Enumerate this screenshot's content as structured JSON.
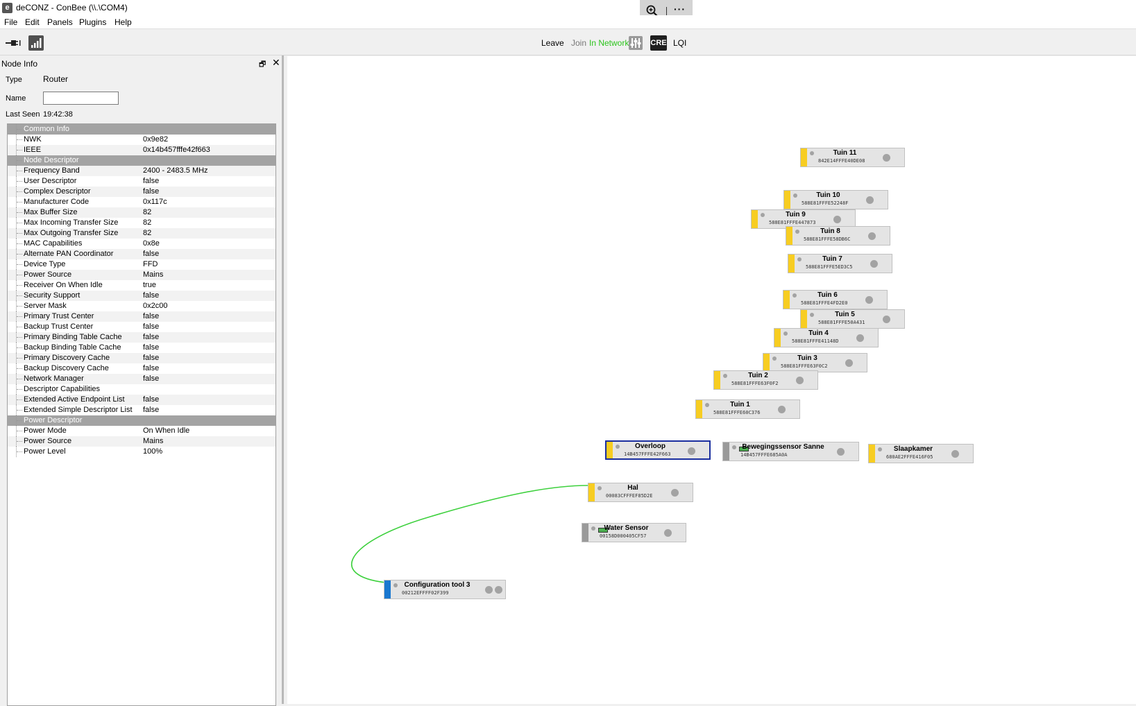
{
  "window": {
    "title": "deCONZ - ConBee (\\\\.\\COM4)",
    "app_icon": "deconz-app-icon"
  },
  "menu": [
    "File",
    "Edit",
    "Panels",
    "Plugins",
    "Help"
  ],
  "zoom_tool": {
    "icons": [
      "zoom-in-icon",
      "more-icon"
    ],
    "more_label": "···"
  },
  "toolbar": {
    "leave_label": "Leave",
    "join_label": "Join",
    "status_label": "In Network",
    "status_color": "#2cc41c",
    "cre_label": "CRE",
    "lqi_label": "LQI"
  },
  "panel": {
    "title": "Node Info",
    "float_glyph": "🗗",
    "close_glyph": "✕",
    "type_label": "Type",
    "type_value": "Router",
    "name_label": "Name",
    "name_value": "",
    "last_seen_label": "Last Seen",
    "last_seen_value": "19:42:38",
    "rows": [
      {
        "k": "Common Info",
        "v": "",
        "section": true
      },
      {
        "k": "NWK",
        "v": "0x9e82"
      },
      {
        "k": "IEEE",
        "v": "0x14b457fffe42f663"
      },
      {
        "k": "Node Descriptor",
        "v": "",
        "section": true
      },
      {
        "k": "Frequency Band",
        "v": "2400 - 2483.5 MHz"
      },
      {
        "k": "User Descriptor",
        "v": "false"
      },
      {
        "k": "Complex Descriptor",
        "v": "false"
      },
      {
        "k": "Manufacturer Code",
        "v": "0x117c"
      },
      {
        "k": "Max Buffer Size",
        "v": "82"
      },
      {
        "k": "Max Incoming Transfer Size",
        "v": "82"
      },
      {
        "k": "Max Outgoing Transfer Size",
        "v": "82"
      },
      {
        "k": "MAC Capabilities",
        "v": "0x8e"
      },
      {
        "k": "Alternate PAN Coordinator",
        "v": "false"
      },
      {
        "k": "Device Type",
        "v": "FFD"
      },
      {
        "k": "Power Source",
        "v": "Mains"
      },
      {
        "k": "Receiver On When Idle",
        "v": "true"
      },
      {
        "k": "Security Support",
        "v": "false"
      },
      {
        "k": "Server Mask",
        "v": "0x2c00"
      },
      {
        "k": "Primary Trust Center",
        "v": "false"
      },
      {
        "k": "Backup Trust Center",
        "v": "false"
      },
      {
        "k": "Primary Binding Table Cache",
        "v": "false"
      },
      {
        "k": "Backup Binding Table Cache",
        "v": "false"
      },
      {
        "k": "Primary Discovery Cache",
        "v": "false"
      },
      {
        "k": "Backup Discovery Cache",
        "v": "false"
      },
      {
        "k": "Network Manager",
        "v": "false"
      },
      {
        "k": "Descriptor Capabilities",
        "v": ""
      },
      {
        "k": "Extended Active Endpoint List",
        "v": "false"
      },
      {
        "k": "Extended Simple Descriptor List",
        "v": "false"
      },
      {
        "k": "Power Descriptor",
        "v": "",
        "section": true
      },
      {
        "k": "Power Mode",
        "v": "On When Idle"
      },
      {
        "k": "Power Source",
        "v": "Mains"
      },
      {
        "k": "Power Level",
        "v": "100%"
      }
    ]
  },
  "nodes": [
    {
      "id": "tuin-11",
      "name": "Tuin 11",
      "mac": "842E14FFFE40DE08",
      "kind": "router"
    },
    {
      "id": "tuin-10",
      "name": "Tuin 10",
      "mac": "588E81FFFE52248F",
      "kind": "router"
    },
    {
      "id": "tuin-9",
      "name": "Tuin 9",
      "mac": "588E81FFFE447873",
      "kind": "router"
    },
    {
      "id": "tuin-8",
      "name": "Tuin 8",
      "mac": "588E81FFFE58DB6C",
      "kind": "router"
    },
    {
      "id": "tuin-7",
      "name": "Tuin 7",
      "mac": "588E81FFFE5ED3C5",
      "kind": "router"
    },
    {
      "id": "tuin-6",
      "name": "Tuin 6",
      "mac": "588E81FFFE4FD2E0",
      "kind": "router"
    },
    {
      "id": "tuin-5",
      "name": "Tuin 5",
      "mac": "588E81FFFE50A431",
      "kind": "router"
    },
    {
      "id": "tuin-4",
      "name": "Tuin 4",
      "mac": "588E81FFFE41148D",
      "kind": "router"
    },
    {
      "id": "tuin-3",
      "name": "Tuin 3",
      "mac": "588E81FFFE63F0C2",
      "kind": "router"
    },
    {
      "id": "tuin-2",
      "name": "Tuin 2",
      "mac": "588E81FFFE63F0F2",
      "kind": "router"
    },
    {
      "id": "tuin-1",
      "name": "Tuin 1",
      "mac": "588E81FFFE60C376",
      "kind": "router"
    },
    {
      "id": "overloop",
      "name": "Overloop",
      "mac": "14B457FFFE42F663",
      "kind": "router",
      "selected": true
    },
    {
      "id": "bewegingssensor-sanne",
      "name": "Bewegingssensor Sanne",
      "mac": "14B457FFFE685A0A",
      "kind": "sensor"
    },
    {
      "id": "slaapkamer",
      "name": "Slaapkamer",
      "mac": "680AE2FFFE416F05",
      "kind": "router"
    },
    {
      "id": "hal",
      "name": "Hal",
      "mac": "00083CFFFEF85D2E",
      "kind": "router"
    },
    {
      "id": "water-sensor",
      "name": "Water Sensor",
      "mac": "00158D000405CF57",
      "kind": "sensor"
    },
    {
      "id": "configuration-tool-3",
      "name": "Configuration tool 3",
      "mac": "00212EFFFF02F399",
      "kind": "coordinator"
    }
  ],
  "links": [
    {
      "from": "configuration-tool-3",
      "to": "hal",
      "color": "#3cd03c"
    }
  ],
  "colors": {
    "router_bar": "#f7cd22",
    "sensor_bar": "#9a9a9a",
    "coordinator_bar": "#1a78d0",
    "selected_border": "#1b2f9f",
    "section_bg": "#a3a3a3"
  }
}
